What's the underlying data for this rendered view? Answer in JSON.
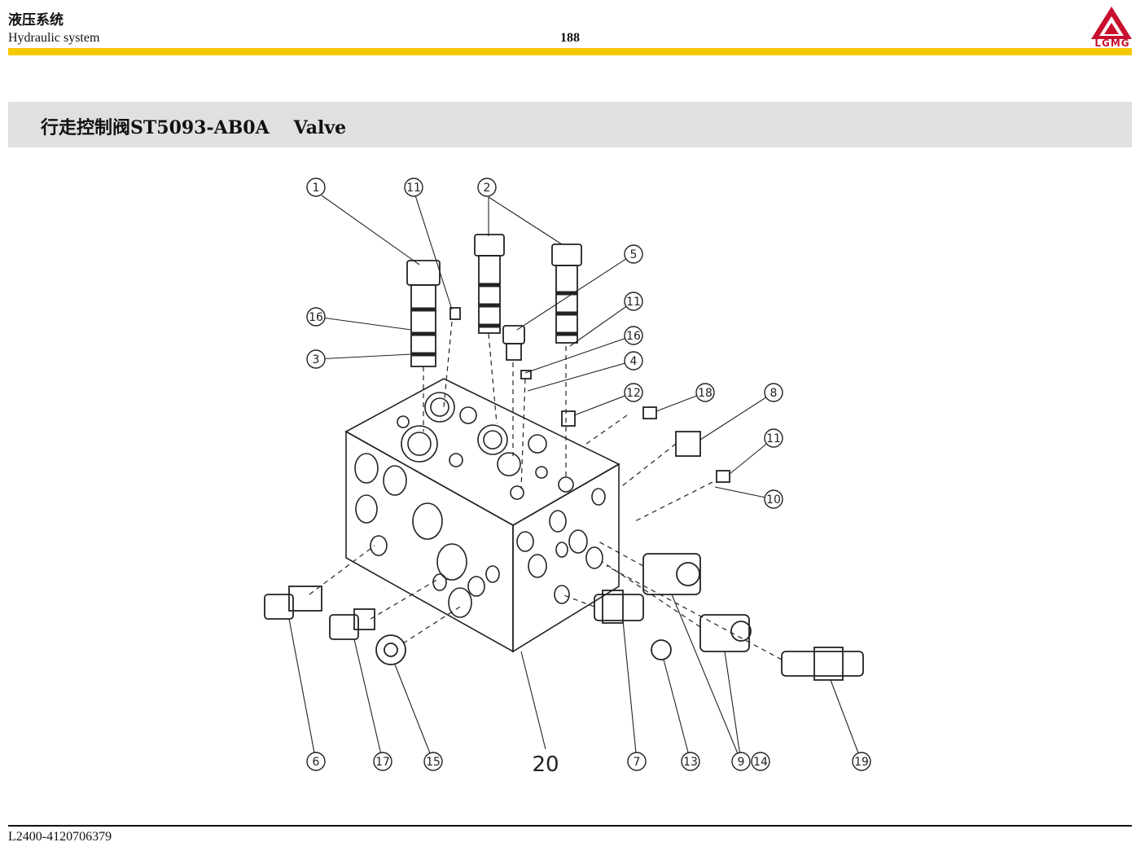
{
  "header": {
    "section_cn": "液压系统",
    "section_en": "Hydraulic system",
    "page_number": "188",
    "logo_text": "LGMG",
    "brand_color": "#c8102e",
    "bar_color": "#f5c800"
  },
  "title": {
    "cn_and_code": "行走控制阀ST5093-AB0A",
    "en": "Valve"
  },
  "diagram": {
    "callouts": [
      "1",
      "11",
      "2",
      "5",
      "11",
      "16",
      "4",
      "12",
      "18",
      "8",
      "11",
      "10",
      "16",
      "3",
      "6",
      "17",
      "15",
      "20",
      "7",
      "13",
      "9",
      "14",
      "19"
    ]
  },
  "footer": {
    "doc_code": "L2400-4120706379"
  }
}
